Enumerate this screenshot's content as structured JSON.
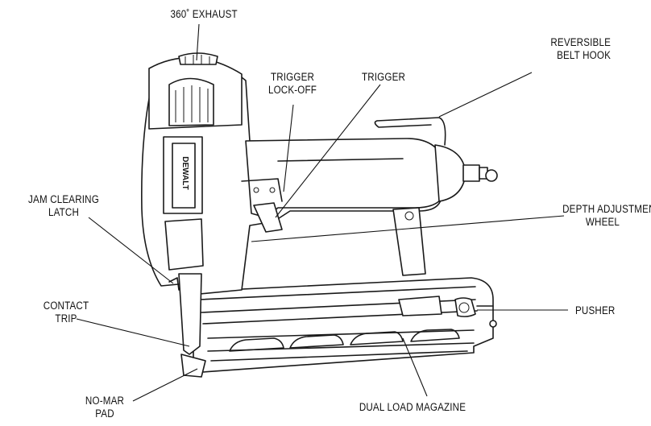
{
  "labels": {
    "exhaust": "360˚ EXHAUST",
    "trigger_lockoff": [
      "TRIGGER",
      "LOCK-OFF"
    ],
    "trigger": "TRIGGER",
    "belt_hook": [
      "REVERSIBLE",
      "BELT HOOK"
    ],
    "jam_latch": [
      "JAM CLEARING",
      "LATCH"
    ],
    "depth_wheel": [
      "DEPTH ADJUSTMENT",
      "WHEEL"
    ],
    "contact_trip": [
      "CONTACT",
      "TRIP"
    ],
    "pusher": "PUSHER",
    "no_mar_pad": [
      "NO-MAR",
      "PAD"
    ],
    "magazine": "DUAL LOAD MAGAZINE"
  },
  "brand": "DEWALT"
}
